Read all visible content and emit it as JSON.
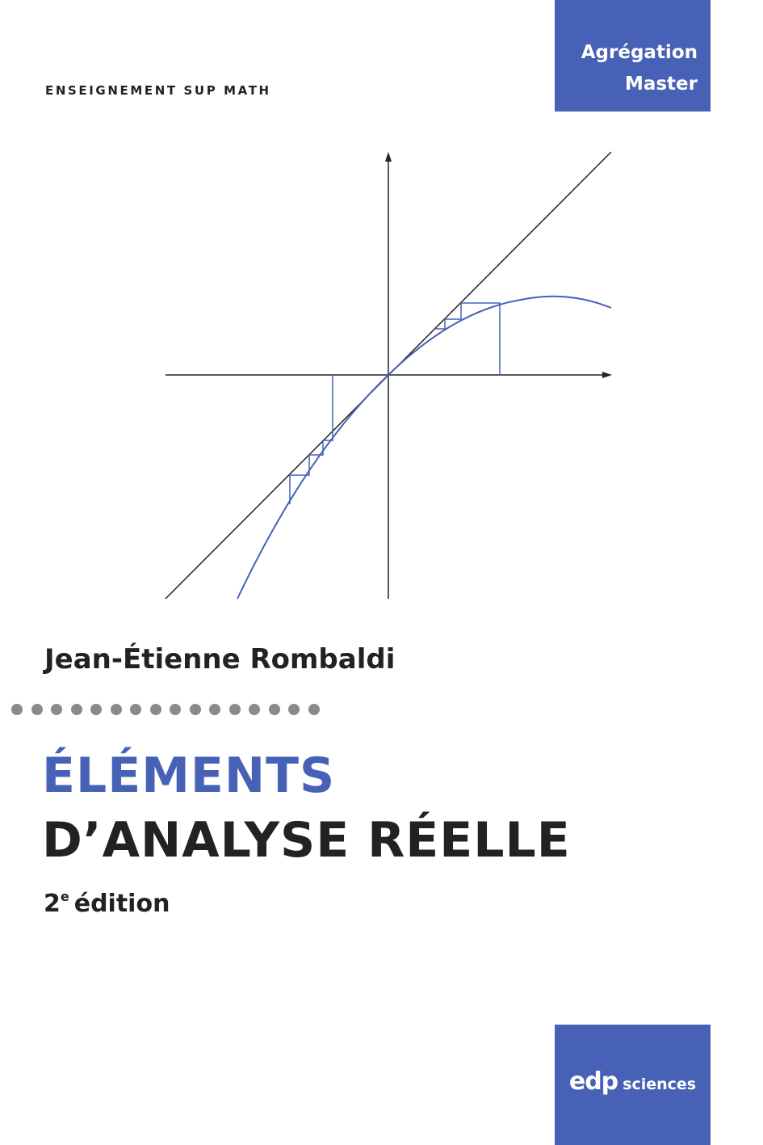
{
  "cover": {
    "series": "ENSEIGNEMENT SUP MATH",
    "level_line1": "Agrégation",
    "level_line2": "Master",
    "author": "Jean-Étienne Rombaldi",
    "title_line1": "ÉLÉMENTS",
    "title_line2": "D’ANALYSE RÉELLE",
    "edition_number": "2",
    "edition_suffix": "e",
    "edition_word": "édition",
    "publisher_mark": "edp",
    "publisher_word": "sciences"
  },
  "colors": {
    "accent": "#4661b5",
    "text": "#222222",
    "dots": "#8a8a8a"
  },
  "figure": {
    "description_items": [
      "x-axis",
      "y-axis",
      "identity-line",
      "curve",
      "iteration-staircase"
    ]
  }
}
